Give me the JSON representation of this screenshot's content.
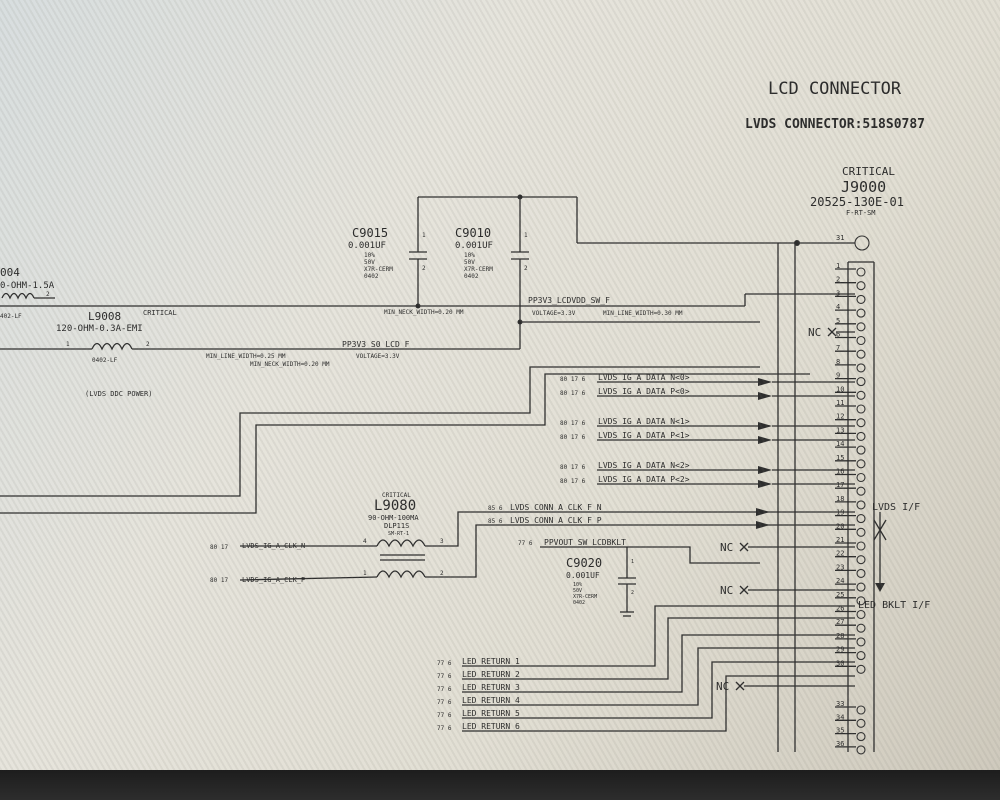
{
  "header": {
    "title": "LCD CONNECTOR",
    "subtitle": "LVDS CONNECTOR:518S0787"
  },
  "connector": {
    "tag": "CRITICAL",
    "ref": "J9000",
    "part": "20525-130E-01",
    "footprint": "F-RT-SM",
    "pins": [
      "31",
      "1",
      "2",
      "3",
      "4",
      "5",
      "6",
      "7",
      "8",
      "9",
      "10",
      "11",
      "12",
      "13",
      "14",
      "15",
      "16",
      "17",
      "18",
      "19",
      "20",
      "21",
      "22",
      "23",
      "24",
      "25",
      "26",
      "27",
      "28",
      "29",
      "30",
      "33",
      "34",
      "35",
      "36"
    ],
    "ncx": "NC"
  },
  "capacitors": [
    {
      "ref": "C9015",
      "value": "0.001UF",
      "tol": "10%",
      "volt": "50V",
      "diel": "X7R-CERM",
      "pkg": "0402",
      "pin_a": "1",
      "pin_b": "2"
    },
    {
      "ref": "C9010",
      "value": "0.001UF",
      "tol": "10%",
      "volt": "50V",
      "diel": "X7R-CERM",
      "pkg": "0402",
      "pin_a": "1",
      "pin_b": "2"
    },
    {
      "ref": "C9020",
      "value": "0.001UF",
      "tol": "10%",
      "volt": "50V",
      "diel": "X7R-CERM",
      "pkg": "0402",
      "pin_a": "1",
      "pin_b": "2"
    }
  ],
  "inductors": {
    "l9004": {
      "ref": "004",
      "value": "0-OHM-1.5A",
      "pkg": "402-LF",
      "pin": "2"
    },
    "l9008": {
      "ref": "L9008",
      "tag": "CRITICAL",
      "value": "120-OHM-0.3A-EMI",
      "pkg": "0402-LF",
      "pin1": "1",
      "pin2": "2"
    },
    "l9080": {
      "tag": "CRITICAL",
      "ref": "L9080",
      "value": "90-OHM-100MA",
      "model": "DLP11S",
      "footprint": "SM-RT-1",
      "pins": [
        "4",
        "3",
        "1",
        "2"
      ]
    }
  },
  "nets": {
    "pp3v3_lcdvdd": "PP3V3_LCDVDD_SW_F",
    "voltage_3v3": "VOLTAGE=3.3V",
    "min_line_width_030": "MIN_LINE_WIDTH=0.30 MM",
    "min_neck_width_020": "MIN_NECK_WIDTH=0.20 MM",
    "pp3v3_s0_lcd": "PP3V3_S0_LCD_F",
    "min_line_width_025": "MIN_LINE_WIDTH=0.25 MM",
    "min_neck_width_020b": "MIN_NECK_WIDTH=0.20 MM",
    "voltage_3v3b": "VOLTAGE=3.3V",
    "ddc_power": "(LVDS DDC POWER)",
    "data": [
      "LVDS_IG_A_DATA_N<0>",
      "LVDS_IG_A_DATA_P<0>",
      "LVDS_IG_A_DATA_N<1>",
      "LVDS_IG_A_DATA_P<1>",
      "LVDS_IG_A_DATA_N<2>",
      "LVDS_IG_A_DATA_P<2>"
    ],
    "clk_conn": [
      "LVDS_CONN_A_CLK_F_N",
      "LVDS_CONN_A_CLK_F_P"
    ],
    "clk_ig": [
      "LVDS_IG_A_CLK_N",
      "LVDS_IG_A_CLK_P"
    ],
    "ppvout": "PPVOUT_SW_LCDBKLT",
    "led_returns": [
      "LED_RETURN_1",
      "LED_RETURN_2",
      "LED_RETURN_3",
      "LED_RETURN_4",
      "LED_RETURN_5",
      "LED_RETURN_6"
    ],
    "page_refs": {
      "data": "80 17 6",
      "clk": "80 17",
      "conn": "85 6",
      "ppv": "77 6",
      "led": "77 6"
    }
  },
  "interfaces": {
    "lvds": "LVDS I/F",
    "led": "LED BKLT I/F"
  },
  "colors": {
    "ink": "#2a2a2a",
    "paper": "#e4e2d9",
    "bezel": "#222222"
  }
}
